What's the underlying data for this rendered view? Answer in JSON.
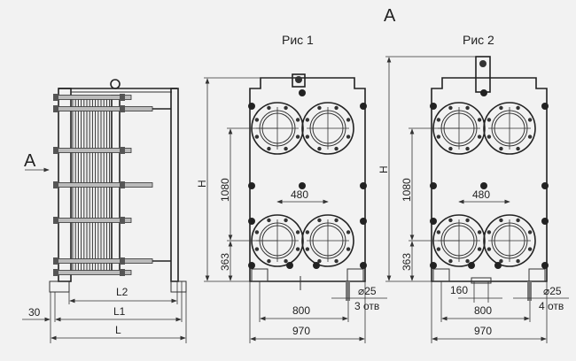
{
  "view_label_top": "A",
  "view_arrow_label": "A",
  "figures": [
    {
      "caption": "Рис 1",
      "holes_label": "3 отв"
    },
    {
      "caption": "Рис 2",
      "holes_label": "4 отв",
      "extra_dim": "160"
    }
  ],
  "dims": {
    "H": "H",
    "d1080": "1080",
    "d363": "363",
    "d480": "480",
    "d800": "800",
    "d970": "970",
    "hole": "⌀25",
    "L": "L",
    "L1": "L1",
    "L2": "L2",
    "d30": "30"
  }
}
